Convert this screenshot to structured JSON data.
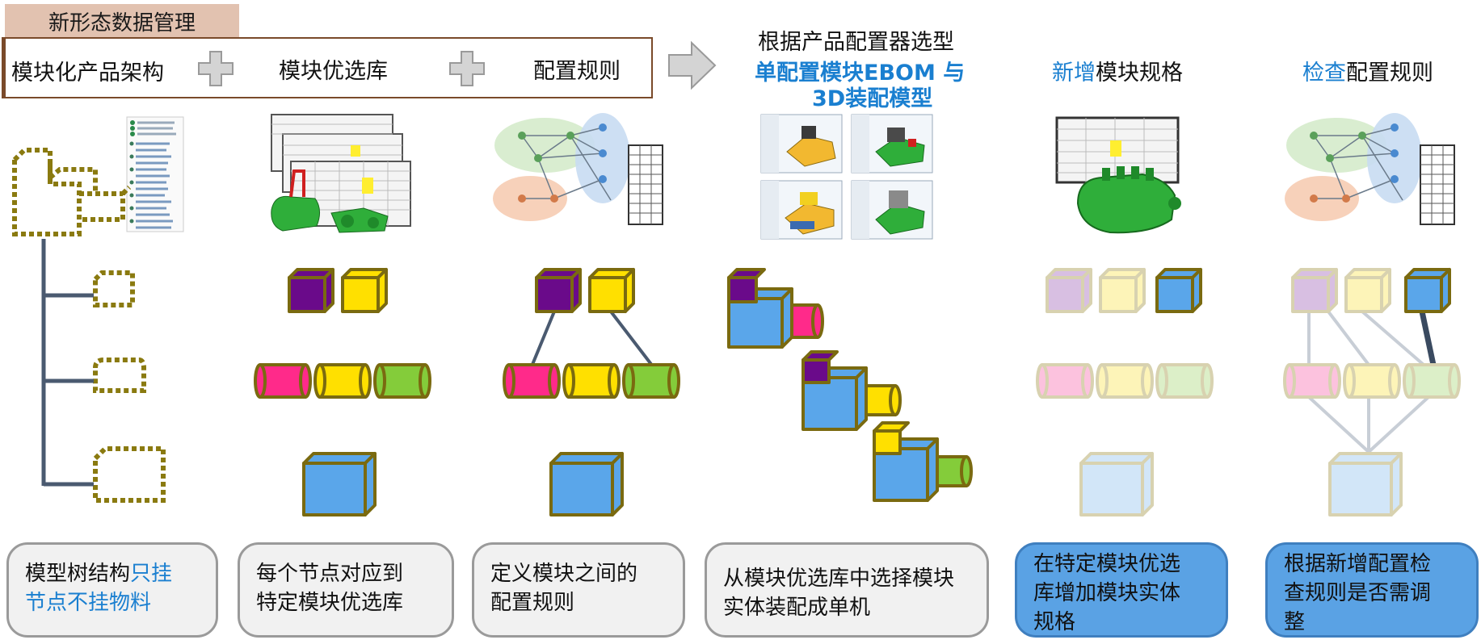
{
  "header": {
    "badge": "新形态数据管理",
    "item1": "模块化产品架构",
    "item2": "模块优选库",
    "item3": "配置规则"
  },
  "col4": {
    "line1": "根据产品配置器选型",
    "line2": "单配置模块EBOM 与",
    "line3": "3D装配模型"
  },
  "col5": {
    "title_blue": "新增",
    "title_rest": "模块规格"
  },
  "col6": {
    "title_blue": "检查",
    "title_rest": "配置规则"
  },
  "bubbles": {
    "b1_a": "模型树结构",
    "b1_b": "只挂",
    "b1_c": "节点不挂物料",
    "b2_l1": "每个节点对应到",
    "b2_l2": "特定模块优选库",
    "b3_l1": "定义模块之间的",
    "b3_l2": "配置规则",
    "b4_l1": "从模块优选库中选择模块",
    "b4_l2": "实体装配成单机",
    "b5_l1": "在特定模块优选",
    "b5_l2": "库增加模块实体",
    "b5_l3": "规格",
    "b6_l1": "根据新增配置检",
    "b6_l2": "查规则是否需调",
    "b6_l3": "整"
  },
  "colors": {
    "purple": "#6a0a8a",
    "yellow": "#ffe000",
    "pink": "#ff2a8a",
    "green": "#84cc3a",
    "blue": "#5aa6ea",
    "olive": "#7a6a10",
    "accent_blue": "#1a7fd0"
  }
}
